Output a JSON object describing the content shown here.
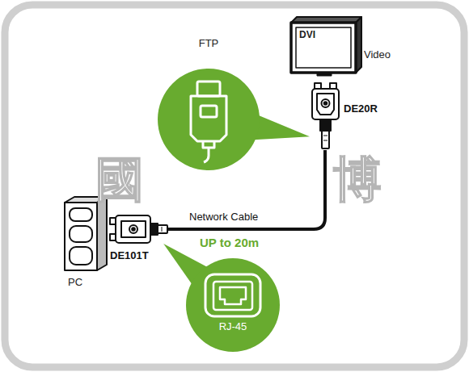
{
  "diagram": {
    "nodes": [
      {
        "text": [
          "FTP"
        ]
      },
      {
        "text": [
          "DVI",
          "Video"
        ]
      },
      {
        "text": [
          "DE20R"
        ]
      },
      {
        "text": [
          "PC"
        ]
      },
      {
        "text": [
          "DE101T"
        ]
      },
      {
        "text": [
          "RJ-45"
        ]
      }
    ],
    "edges": [
      {
        "from": 4,
        "to": 2,
        "arrow": "none",
        "label": "Network Cable"
      },
      {
        "from": 0,
        "to": 2,
        "arrow": "none"
      },
      {
        "from": 5,
        "to": 4,
        "arrow": "none"
      }
    ],
    "labels": [
      "UP to 20m",
      "國",
      "博"
    ]
  }
}
